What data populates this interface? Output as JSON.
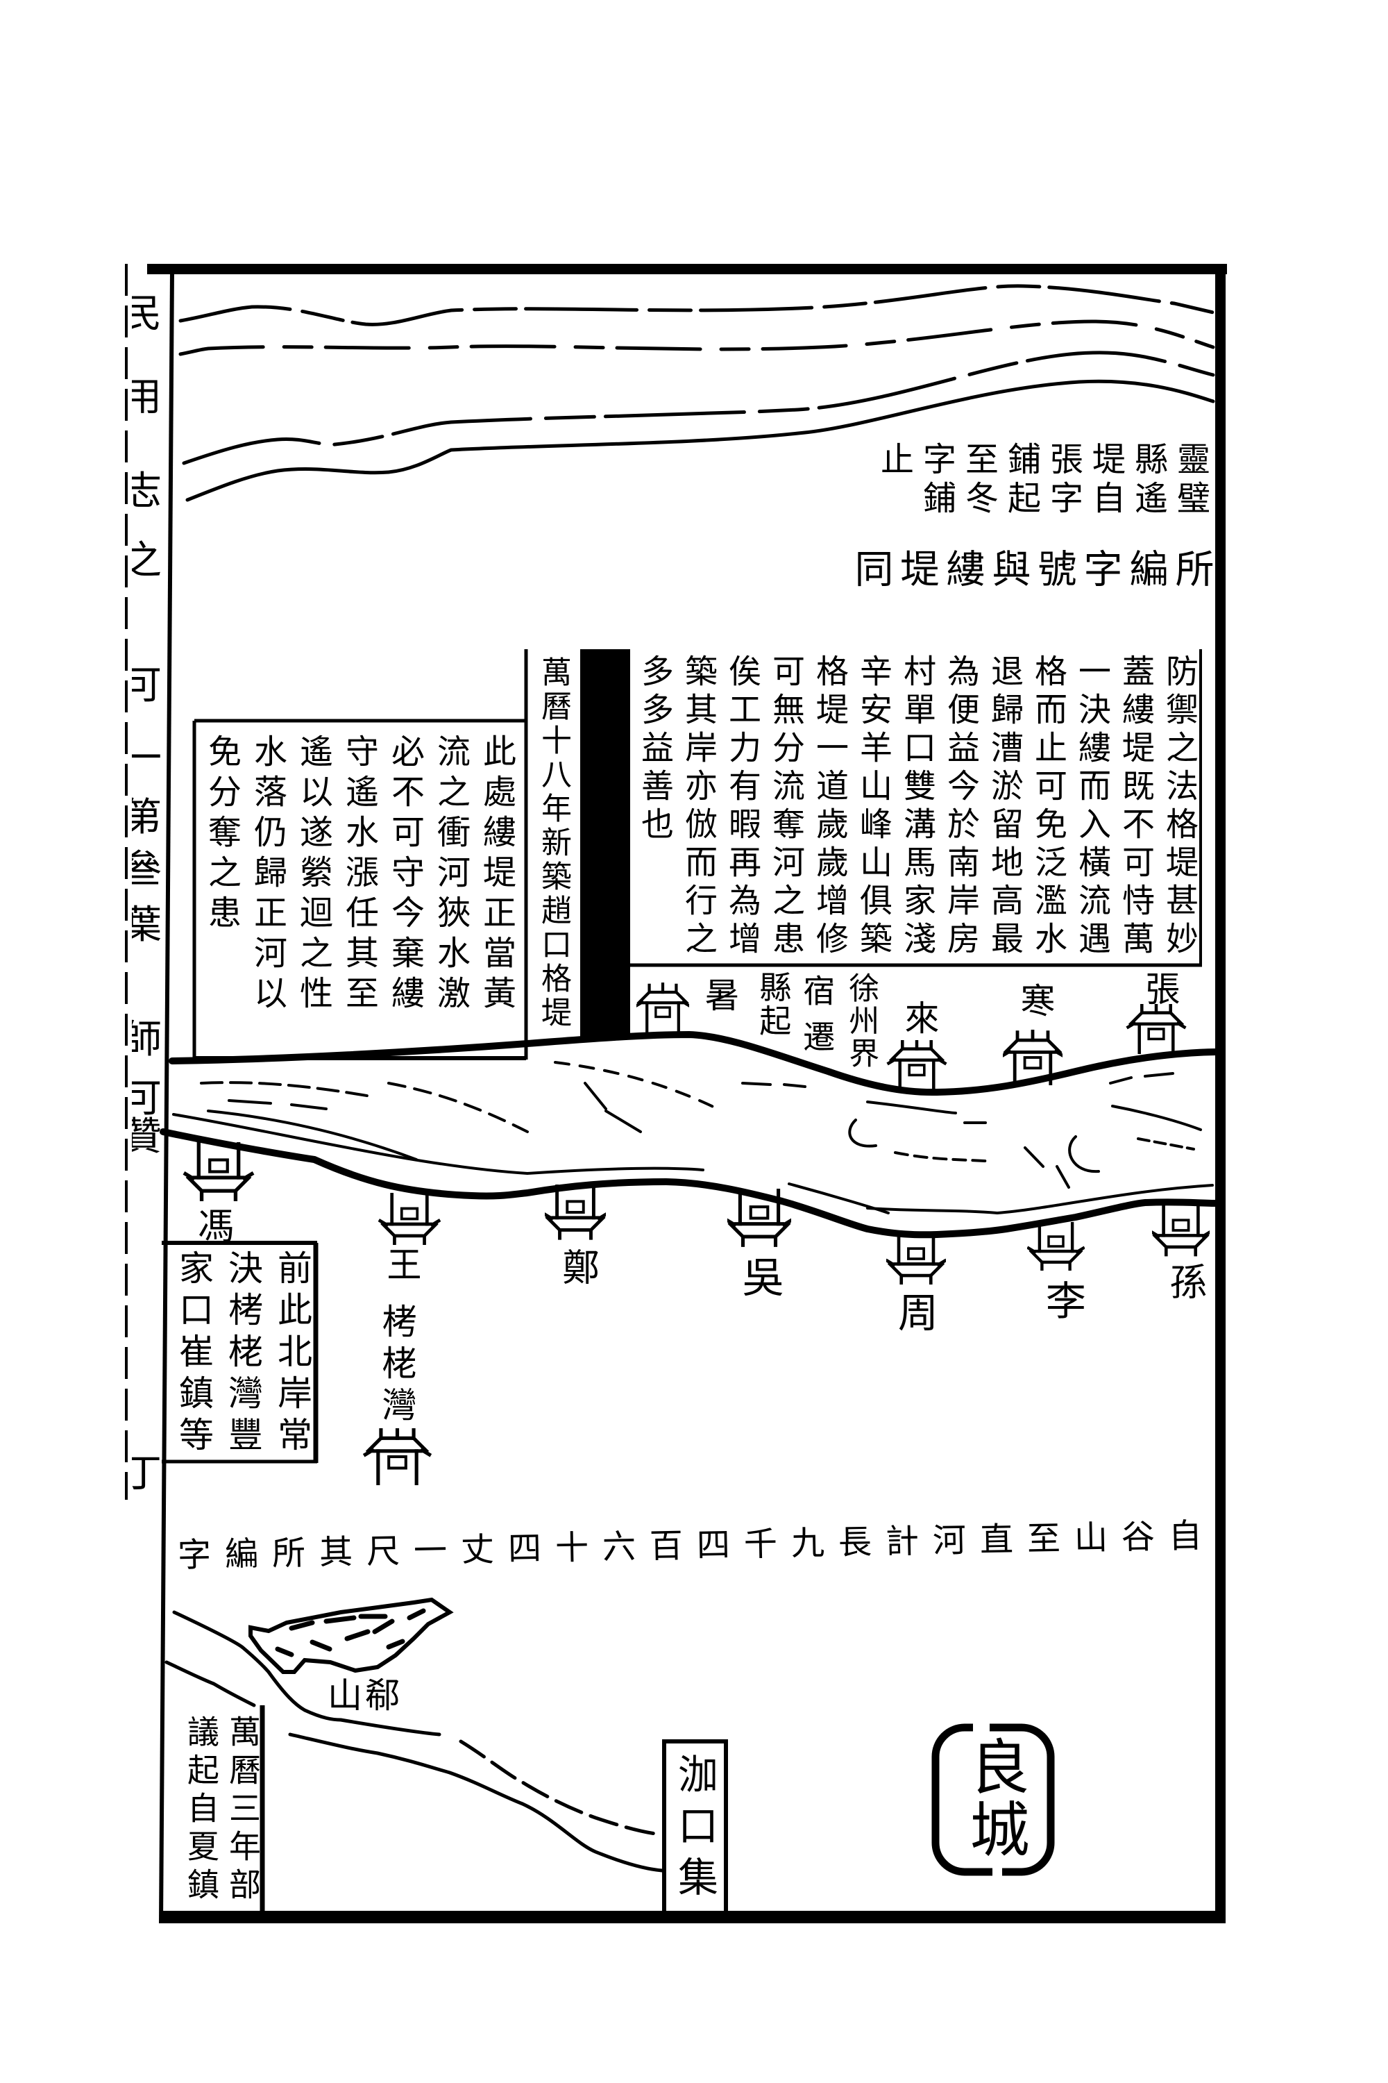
{
  "colors": {
    "ink": "#000000",
    "paper": "#ffffff"
  },
  "margin": {
    "fragments": [
      "民",
      "用",
      "志",
      "之",
      "可",
      "一",
      "第",
      "叄",
      "葉",
      "師",
      "可",
      "贊",
      "丁"
    ]
  },
  "header_note": {
    "columns": [
      "靈璧",
      "縣遙",
      "堤自",
      "張字",
      "鋪起",
      "至冬",
      "字鋪",
      "止"
    ]
  },
  "numbering_note": {
    "text": "所編字號與縷堤同"
  },
  "right_note": {
    "columns": [
      "防禦之法格堤甚妙",
      "蓋縷堤既不可恃萬",
      "一決縷而入橫流遇",
      "格而止可免泛濫水",
      "退歸漕淤留地高最",
      "為便益今於南岸房",
      "村單口雙溝馬家淺",
      "辛安羊山峰山俱築",
      "格堤一道歲歲增修",
      "可無分流奪河之患",
      "俟工力有暇再為增",
      "築其岸亦倣而行之",
      "多多益善也"
    ]
  },
  "wanli18_note": {
    "text": "萬曆十八年新築趙口格堤"
  },
  "left_note": {
    "columns": [
      "此處縷堤正當黃",
      "流之衝河狹水激",
      "必不可守今棄縷",
      "守遙水漲任其至",
      "遙以遂縈迴之性",
      "水落仍歸正河以",
      "免分奪之患"
    ]
  },
  "upper_bank": {
    "stations": [
      {
        "label": "張"
      },
      {
        "label": "寒"
      },
      {
        "label": "來"
      },
      {
        "label": "暑"
      }
    ],
    "boundary_labels": [
      "徐州界",
      "宿遷",
      "縣起"
    ]
  },
  "lower_bank": {
    "stations": [
      {
        "label": "孫"
      },
      {
        "label": "李"
      },
      {
        "label": "周"
      },
      {
        "label": "吳"
      },
      {
        "label": "鄭"
      },
      {
        "label": "王"
      },
      {
        "label": "馮"
      }
    ],
    "breach_note": {
      "columns": [
        "前此北岸常",
        "決栲栳灣豐",
        "家口崔鎮等"
      ]
    },
    "kaolao_label": "栲栳灣"
  },
  "length_note": {
    "text": "自谷山至直河計長九千四百六十四丈一尺其所編字"
  },
  "lower_map": {
    "hill_label": "郗山",
    "canal_note": {
      "columns": [
        "萬曆三年部",
        "議起自夏鎮"
      ]
    },
    "jiakou_label": "泇口集",
    "liangcheng_label": "良城"
  }
}
